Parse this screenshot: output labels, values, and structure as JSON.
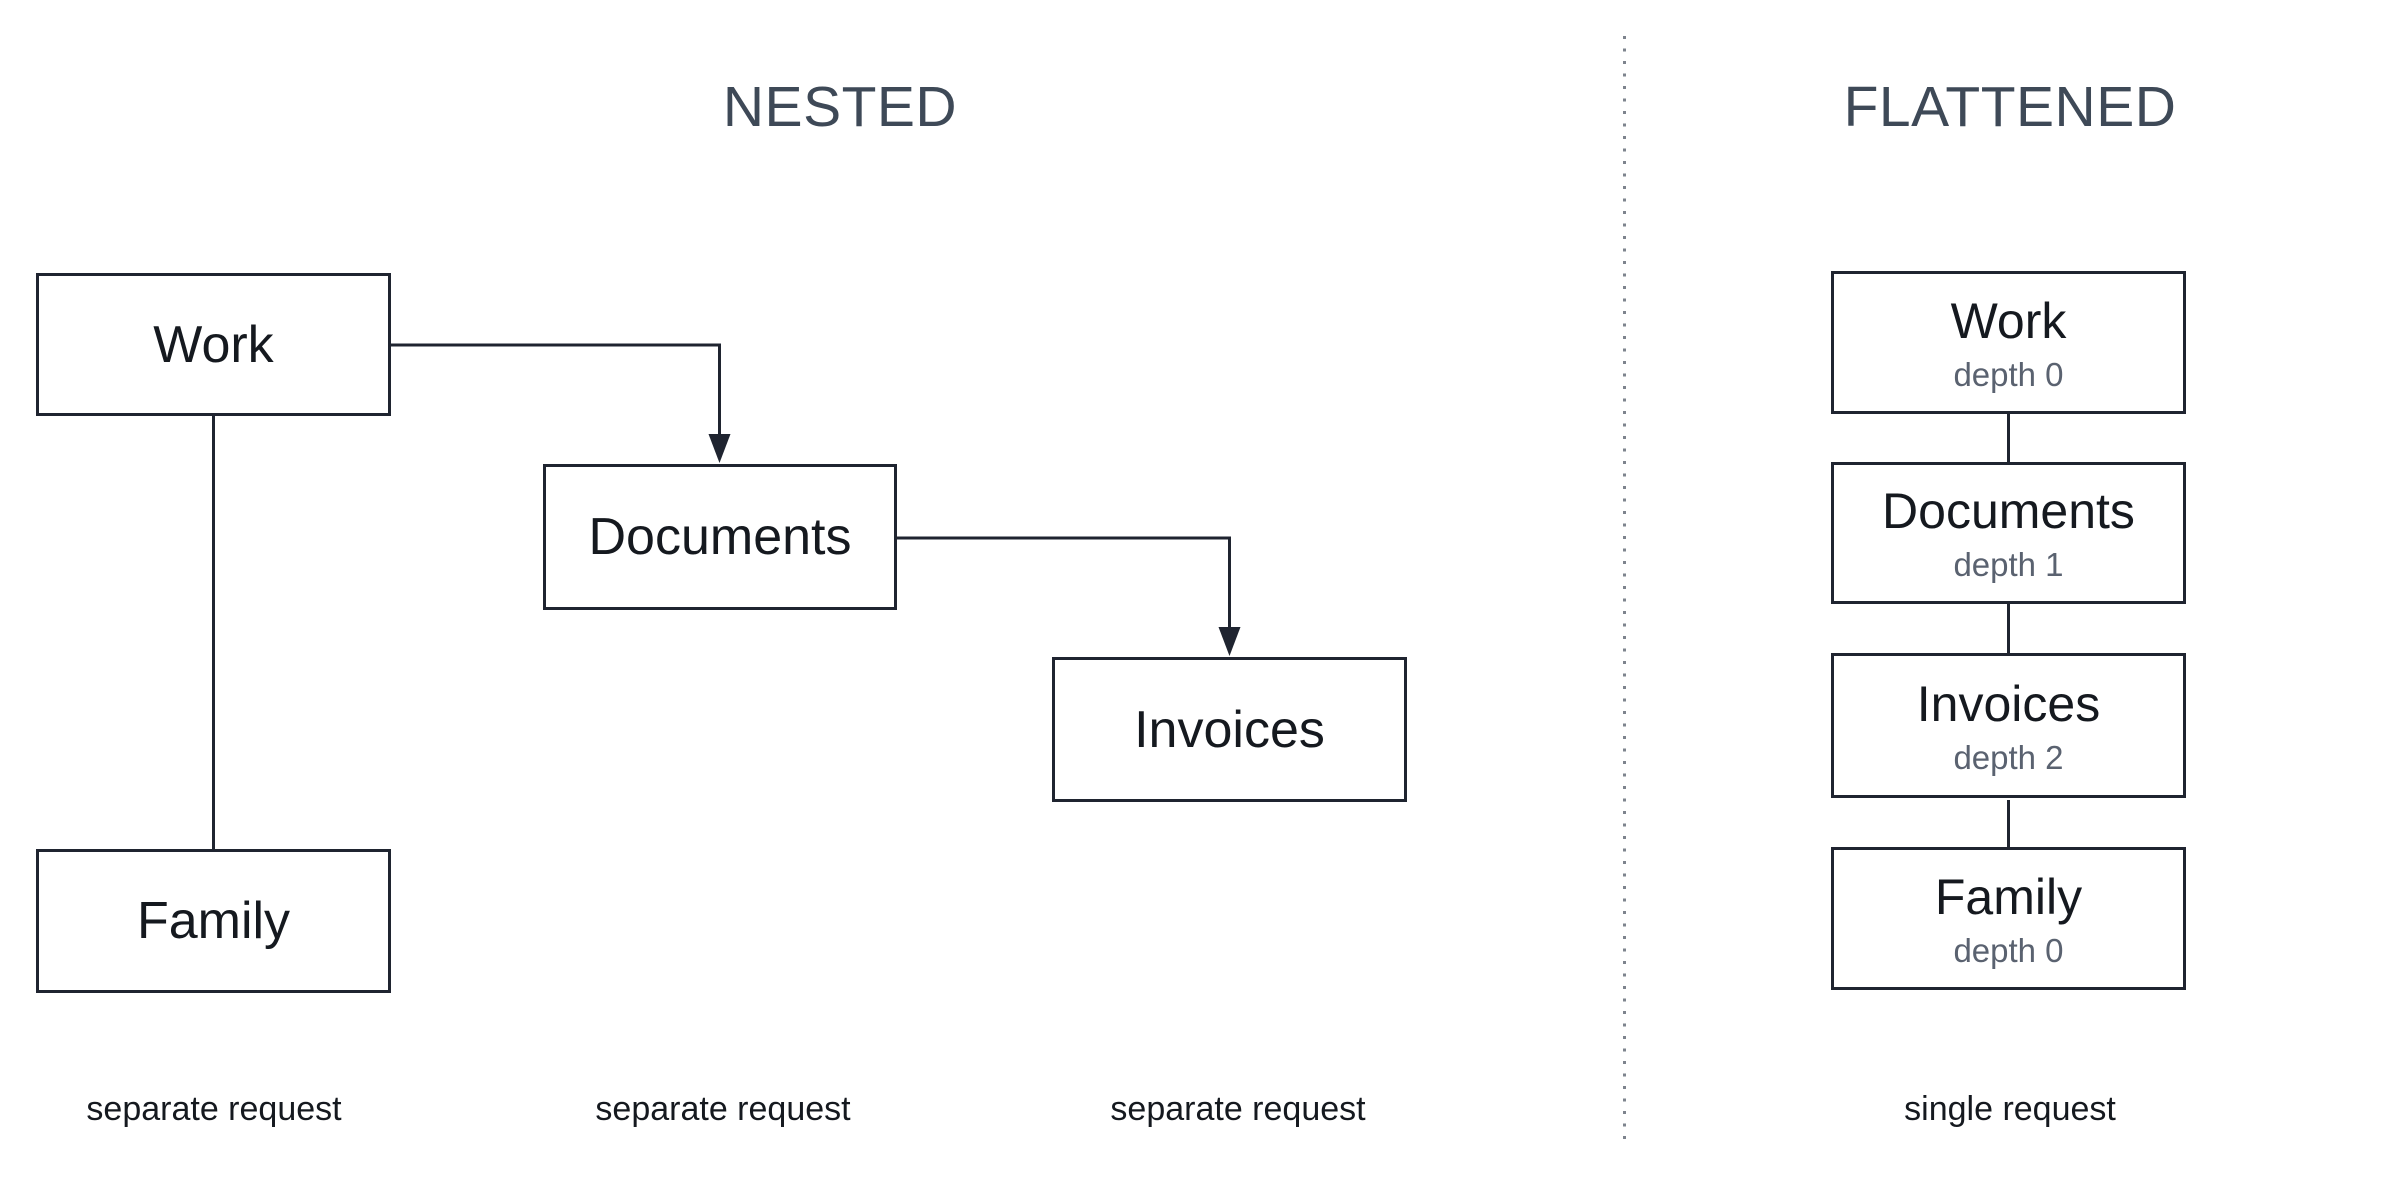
{
  "colors": {
    "background": "#ffffff",
    "title_text": "#3e4957",
    "box_border": "#1f2430",
    "box_text": "#15191f",
    "depth_text": "#5a6270",
    "connector": "#1f2430",
    "divider_dot": "#7e848e"
  },
  "nested": {
    "title": "NESTED",
    "nodes": [
      {
        "label": "Work"
      },
      {
        "label": "Documents"
      },
      {
        "label": "Invoices"
      },
      {
        "label": "Family"
      }
    ],
    "footnotes": [
      "separate request",
      "separate request",
      "separate request"
    ]
  },
  "flattened": {
    "title": "FLATTENED",
    "nodes": [
      {
        "label": "Work",
        "depth": "depth 0"
      },
      {
        "label": "Documents",
        "depth": "depth 1"
      },
      {
        "label": "Invoices",
        "depth": "depth 2"
      },
      {
        "label": "Family",
        "depth": "depth 0"
      }
    ],
    "footnote": "single request"
  }
}
